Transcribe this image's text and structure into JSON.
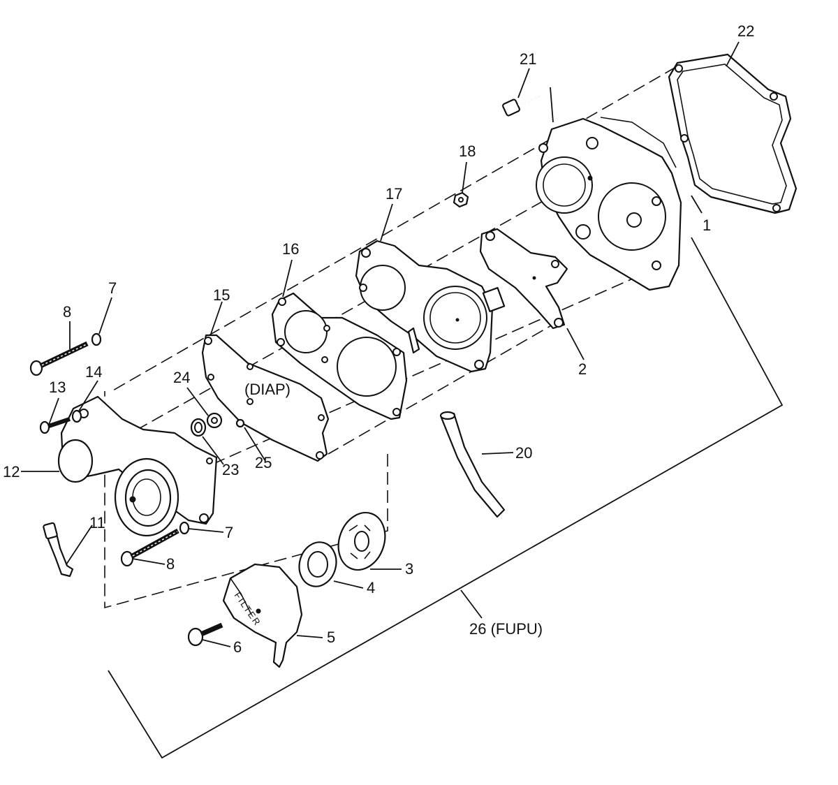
{
  "callouts": {
    "c1": "1",
    "c2": "2",
    "c3": "3",
    "c4": "4",
    "c5": "5",
    "c6": "6",
    "c7a": "7",
    "c7b": "7",
    "c8a": "8",
    "c8b": "8",
    "c11": "11",
    "c12": "12",
    "c13": "13",
    "c14": "14",
    "c15": "15",
    "c16": "16",
    "c17": "17",
    "c18": "18",
    "c20": "20",
    "c21": "21",
    "c22": "22",
    "c23": "23",
    "c24": "24",
    "c25": "25",
    "c26": "26 (FUPU)"
  },
  "labels": {
    "diap": "(DIAP)",
    "filter": "FILTER"
  }
}
